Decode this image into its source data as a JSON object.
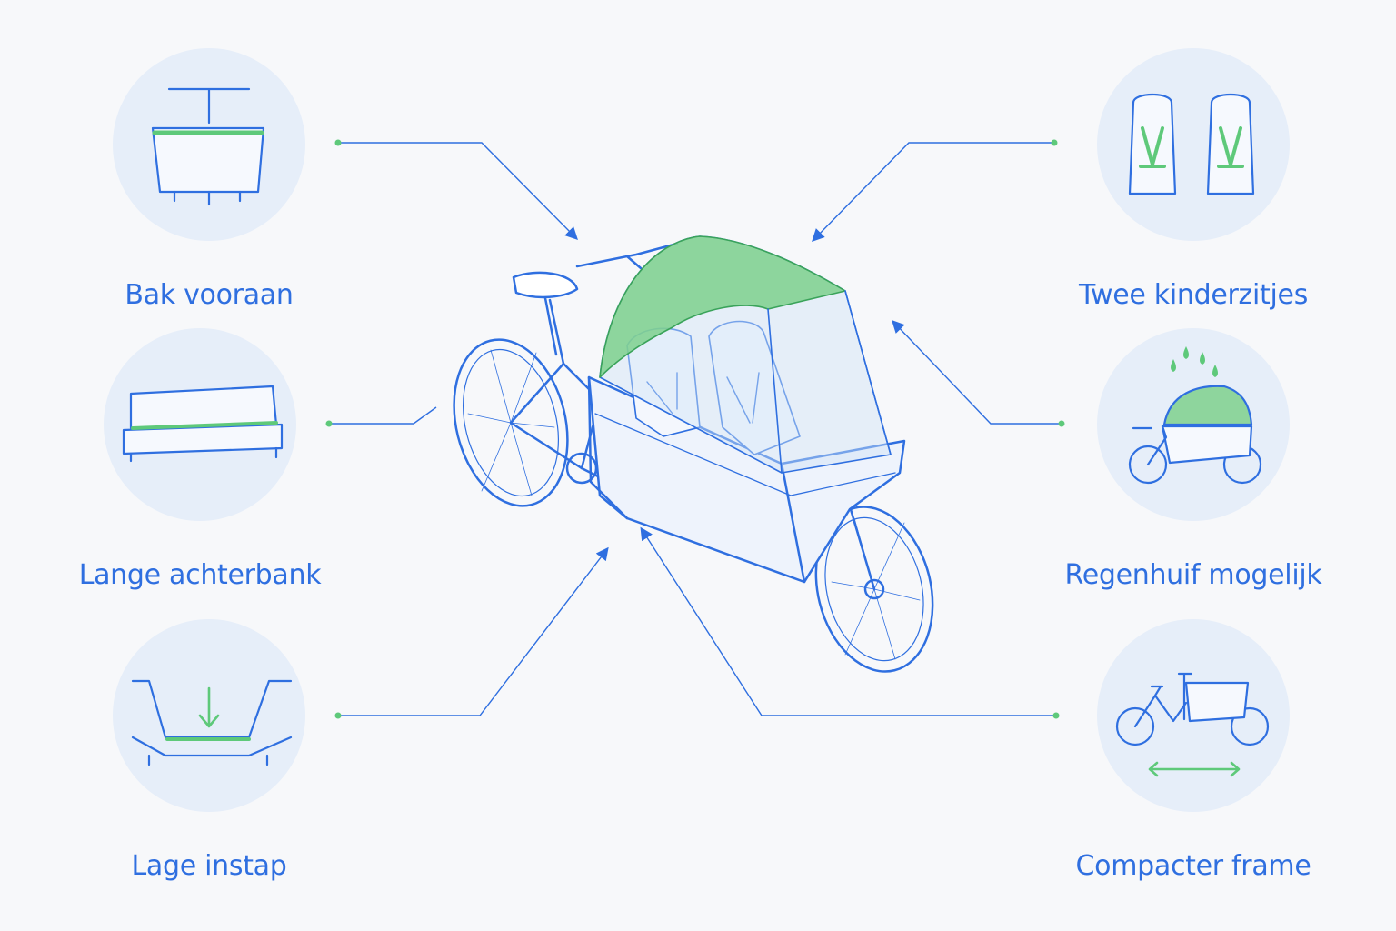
{
  "features": [
    {
      "id": "bak-vooraan",
      "label": "Bak vooraan",
      "icon": "cargo-box-icon"
    },
    {
      "id": "lange-achterbank",
      "label": "Lange achterbank",
      "icon": "bench-icon"
    },
    {
      "id": "lage-instap",
      "label": "Lage instap",
      "icon": "low-entry-icon"
    },
    {
      "id": "twee-kinderzitjes",
      "label": "Twee kinderzitjes",
      "icon": "child-seats-icon"
    },
    {
      "id": "regenhuif-mogelijk",
      "label": "Regenhuif mogelijk",
      "icon": "rain-cover-icon"
    },
    {
      "id": "compacter-frame",
      "label": "Compacter frame",
      "icon": "compact-frame-icon"
    }
  ],
  "colors": {
    "line": "#2f6fe0",
    "accent": "#5ec97a",
    "circle": "#e6eef9",
    "background": "#f7f8fa"
  }
}
